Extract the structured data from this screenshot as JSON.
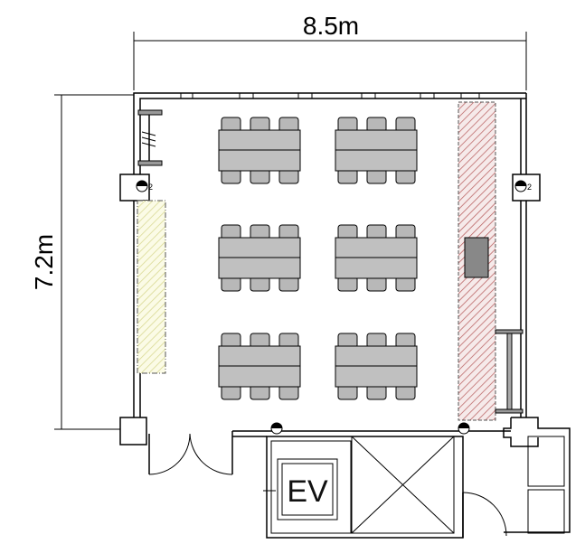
{
  "dimensions": {
    "width_label": "8.5m",
    "height_label": "7.2m"
  },
  "elevator_label": "EV",
  "outlet_labels": [
    "2",
    "2"
  ],
  "colors": {
    "table": "#c0c0c0",
    "yellow_zone": "#e8e8a0",
    "red_zone": "#c08080"
  }
}
